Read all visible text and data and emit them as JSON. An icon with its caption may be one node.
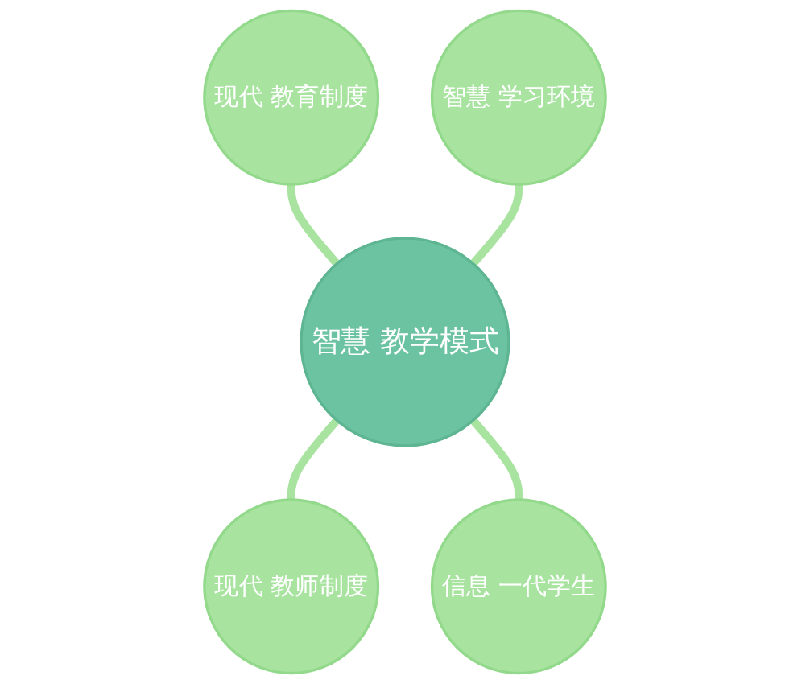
{
  "diagram": {
    "nodes": [
      {
        "text": [
          "现代 教育制度"
        ]
      },
      {
        "text": [
          "智慧 学习环境"
        ]
      },
      {
        "text": [
          "智慧 教学模式"
        ]
      },
      {
        "text": [
          "现代 教师制度"
        ]
      },
      {
        "text": [
          "信息 一代学生"
        ]
      }
    ],
    "edges": [
      {
        "from": 0,
        "to": 2,
        "arrow": "none"
      },
      {
        "from": 1,
        "to": 2,
        "arrow": "none"
      },
      {
        "from": 2,
        "to": 3,
        "arrow": "none"
      },
      {
        "from": 2,
        "to": 4,
        "arrow": "none"
      }
    ]
  }
}
